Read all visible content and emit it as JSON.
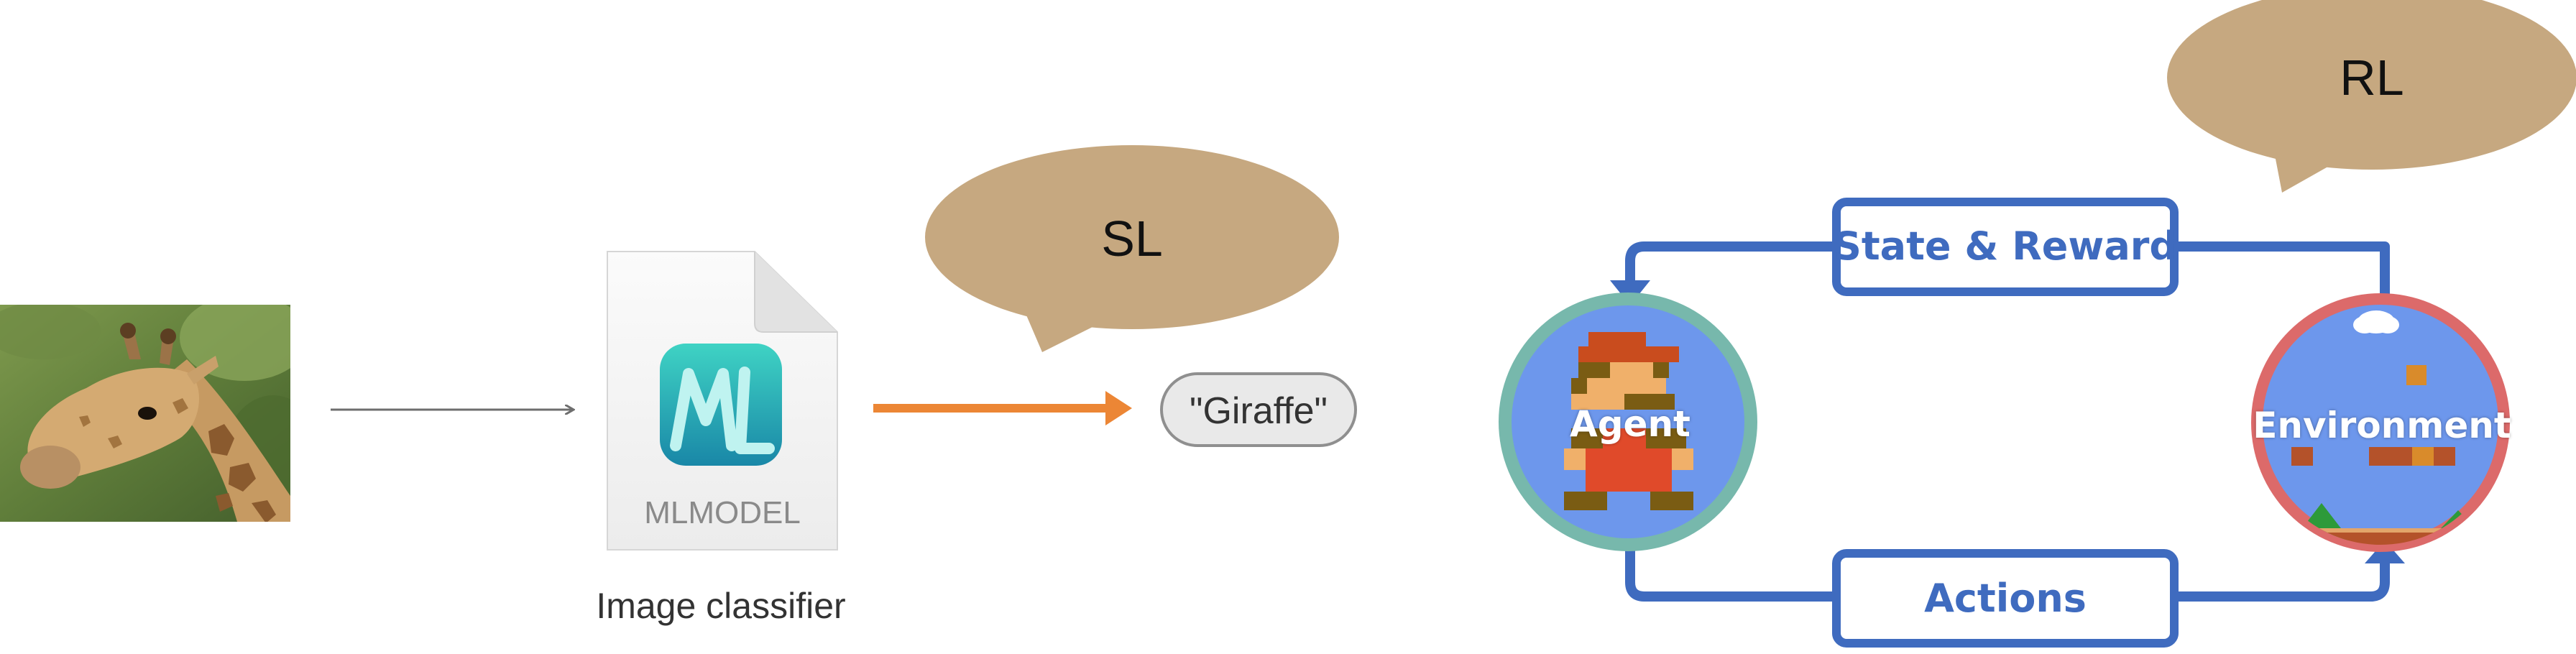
{
  "supervised": {
    "bubble_label": "SL",
    "model_file_label": "MLMODEL",
    "model_caption": "Image classifier",
    "output_label": "\"Giraffe\""
  },
  "reinforcement": {
    "bubble_label": "RL",
    "state_reward_label": "State & Reward",
    "actions_label": "Actions",
    "agent_label": "Agent",
    "environment_label": "Environment"
  },
  "colors": {
    "bubble_fill": "#c6a880",
    "orange_arrow": "#ec8635",
    "gray_arrow": "#6e6e6e",
    "loop_blue": "#3f6bbf",
    "agent_ring": "#77b8ac",
    "environment_ring": "#dc6a6a",
    "circle_fill": "#6d97ec",
    "ml_icon_teal": "#22b2b6"
  },
  "icons": {
    "input_image": "giraffe-photo",
    "model_icon": "ml-model-file-icon",
    "agent_sprite": "mario-sprite",
    "environment_scene": "platformer-level-scene"
  }
}
